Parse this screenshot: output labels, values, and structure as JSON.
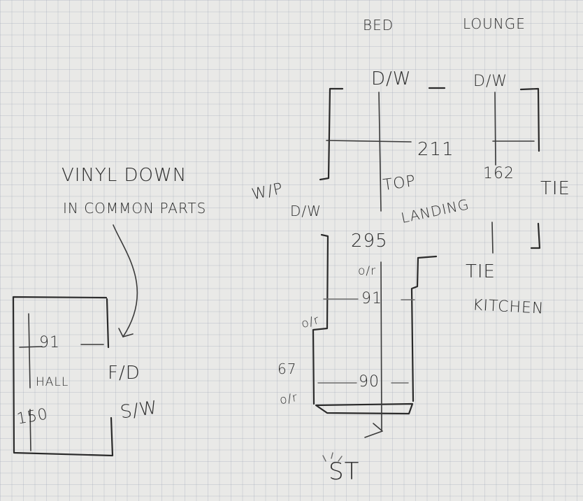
{
  "colors": {
    "paper": "#e9e9e7",
    "grid": "#a0aab8",
    "ink": "#2a2a2a"
  },
  "labels": {
    "bed": "BED",
    "lounge": "LOUNGE",
    "dw_bed": "D/W",
    "dw_lounge": "D/W",
    "dim_211": "211",
    "dim_162": "162",
    "top_landing_1": "TOP",
    "top_landing_2": "LANDING",
    "tie_right": "TIE",
    "wip": "W/P",
    "dw_left": "D/W",
    "dim_295": "295",
    "or_1": "o/r",
    "dim_91_stair": "91",
    "or_2": "o/r",
    "dim_67": "67",
    "or_3": "o/r",
    "dim_90": "90",
    "tie_kitchen": "TIE",
    "kitchen": "KITCHEN",
    "st": "ST",
    "vinyl_1": "VINYL DOWN",
    "vinyl_2": "IN COMMON PARTS",
    "dim_91_hall": "91",
    "hall": "HALL",
    "fd": "F/D",
    "sw": "S/W",
    "dim_150": "150"
  }
}
